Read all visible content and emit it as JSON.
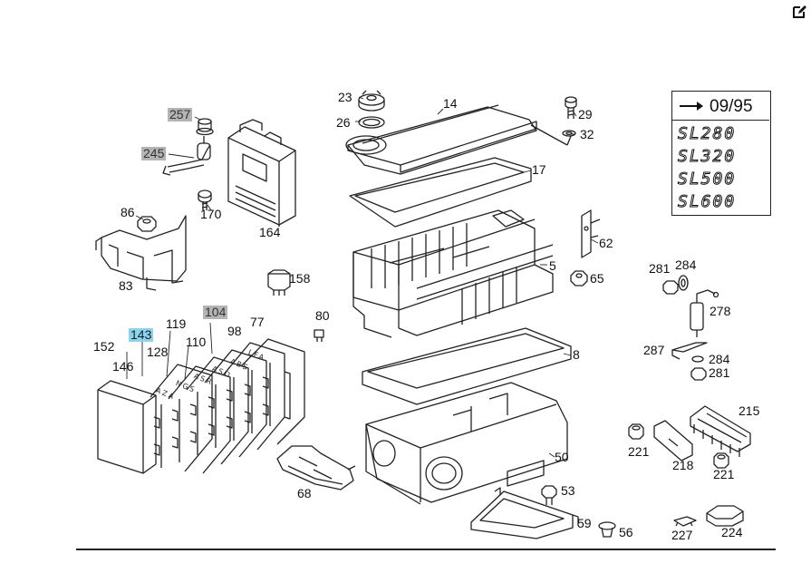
{
  "diagram": {
    "callouts": [
      {
        "id": "c257",
        "text": "257",
        "hl": "gray"
      },
      {
        "id": "c245",
        "text": "245",
        "hl": "gray"
      },
      {
        "id": "c170",
        "text": "170",
        "hl": ""
      },
      {
        "id": "c164",
        "text": "164",
        "hl": ""
      },
      {
        "id": "c86",
        "text": "86",
        "hl": ""
      },
      {
        "id": "c83",
        "text": "83",
        "hl": ""
      },
      {
        "id": "c158",
        "text": "158",
        "hl": ""
      },
      {
        "id": "c80",
        "text": "80",
        "hl": ""
      },
      {
        "id": "c104",
        "text": "104",
        "hl": "gray"
      },
      {
        "id": "c143",
        "text": "143",
        "hl": "blue"
      },
      {
        "id": "c119",
        "text": "119",
        "hl": ""
      },
      {
        "id": "c98",
        "text": "98",
        "hl": ""
      },
      {
        "id": "c77",
        "text": "77",
        "hl": ""
      },
      {
        "id": "c152",
        "text": "152",
        "hl": ""
      },
      {
        "id": "c128",
        "text": "128",
        "hl": ""
      },
      {
        "id": "c110",
        "text": "110",
        "hl": ""
      },
      {
        "id": "c146",
        "text": "146",
        "hl": ""
      },
      {
        "id": "c68",
        "text": "68",
        "hl": ""
      },
      {
        "id": "c23",
        "text": "23",
        "hl": ""
      },
      {
        "id": "c26",
        "text": "26",
        "hl": ""
      },
      {
        "id": "c14",
        "text": "14",
        "hl": ""
      },
      {
        "id": "c29",
        "text": "29",
        "hl": ""
      },
      {
        "id": "c32",
        "text": "32",
        "hl": ""
      },
      {
        "id": "c17",
        "text": "17",
        "hl": ""
      },
      {
        "id": "c62",
        "text": "62",
        "hl": ""
      },
      {
        "id": "c5",
        "text": "5",
        "hl": ""
      },
      {
        "id": "c65",
        "text": "65",
        "hl": ""
      },
      {
        "id": "c8",
        "text": "8",
        "hl": ""
      },
      {
        "id": "c50",
        "text": "50",
        "hl": ""
      },
      {
        "id": "c53",
        "text": "53",
        "hl": ""
      },
      {
        "id": "c59",
        "text": "59",
        "hl": ""
      },
      {
        "id": "c56",
        "text": "56",
        "hl": ""
      },
      {
        "id": "c281a",
        "text": "281",
        "hl": ""
      },
      {
        "id": "c284a",
        "text": "284",
        "hl": ""
      },
      {
        "id": "c278",
        "text": "278",
        "hl": ""
      },
      {
        "id": "c287",
        "text": "287",
        "hl": ""
      },
      {
        "id": "c284b",
        "text": "284",
        "hl": ""
      },
      {
        "id": "c281b",
        "text": "281",
        "hl": ""
      },
      {
        "id": "c215",
        "text": "215",
        "hl": ""
      },
      {
        "id": "c221a",
        "text": "221",
        "hl": ""
      },
      {
        "id": "c218",
        "text": "218",
        "hl": ""
      },
      {
        "id": "c221b",
        "text": "221",
        "hl": ""
      },
      {
        "id": "c227",
        "text": "227",
        "hl": ""
      },
      {
        "id": "c224",
        "text": "224",
        "hl": ""
      }
    ],
    "legend": {
      "date": "09/95",
      "models": [
        "SL280",
        "SL320",
        "SL500",
        "SL600"
      ]
    },
    "relay_letters": [
      "LFA",
      "ABS",
      "ASD",
      "ASR",
      "NGS",
      "AZA"
    ]
  },
  "toolbar": {
    "edit_icon": "edit-icon"
  }
}
